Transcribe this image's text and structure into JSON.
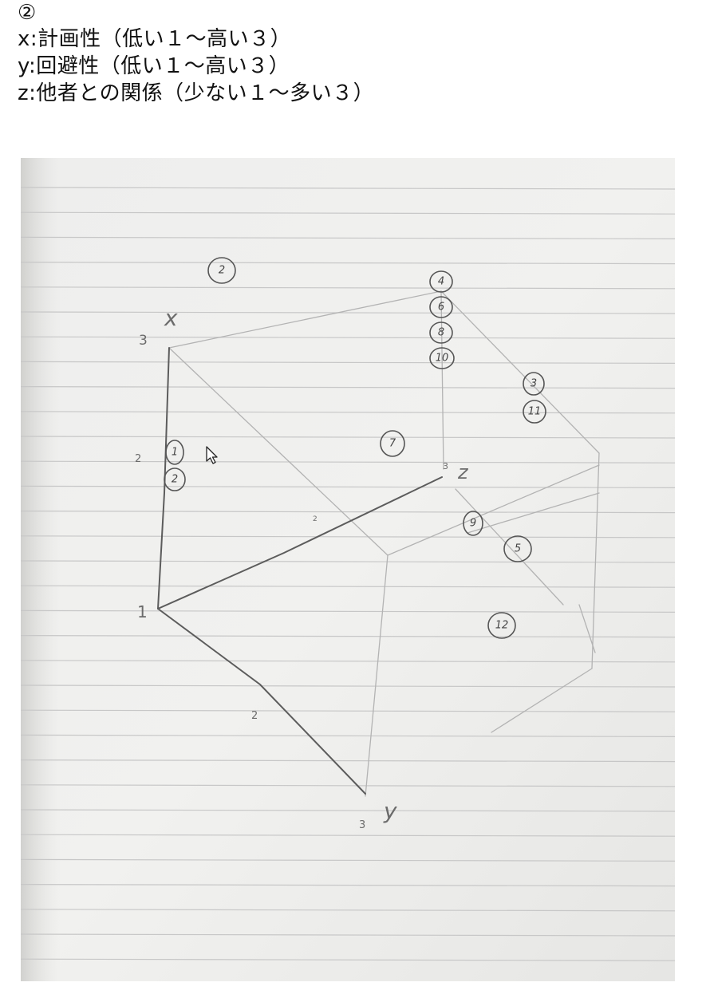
{
  "header": {
    "mark": "②",
    "x_line": "x:計画性（低い１〜高い３）",
    "y_line": "y:回避性（低い１〜高い３）",
    "z_line": "z:他者との関係（少ない１〜多い３）"
  },
  "sketch": {
    "origin_label": "1",
    "axis_x_name": "x",
    "axis_y_name": "y",
    "axis_z_name": "z",
    "x_tick_2": "2",
    "x_tick_3": "3",
    "y_tick_2": "2",
    "y_tick_3": "3",
    "z_tick_2": "2",
    "z_tick_3": "3",
    "points": [
      "2",
      "4",
      "6",
      "8",
      "10",
      "3",
      "11",
      "7",
      "1",
      "2",
      "9",
      "5",
      "12"
    ]
  }
}
